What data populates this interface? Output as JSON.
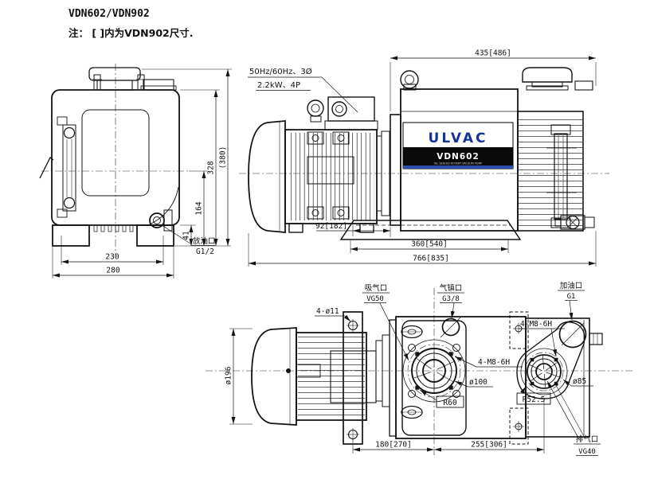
{
  "page": {
    "title": "VDN602/VDN902",
    "note": "注： [ ]内为VDN902尺寸."
  },
  "motor_note": {
    "line1": "50Hz/60Hz、3Ø",
    "line2": "2.2kW、4P"
  },
  "nameplate": {
    "brand": "ULVAC",
    "model": "VDN602",
    "subtitle": "OIL SEALED ROTARY VACUUM PUMP"
  },
  "front_view": {
    "dims": {
      "d230": "230",
      "d280": "280",
      "d41": "41",
      "d164": "164",
      "d328": "328",
      "d380": "(380)"
    },
    "drain": {
      "label": "放油口",
      "size": "G1/2"
    }
  },
  "side_view": {
    "dims": {
      "d435": "435[486]",
      "d92": "92[182]",
      "d360": "360[540]",
      "d766": "766[835]"
    }
  },
  "plan_view": {
    "dims": {
      "d196": "ø196",
      "d180": "180[270]",
      "d255": "255[306]"
    },
    "mount_holes": "4-ø11",
    "intake": {
      "label": "吸气口",
      "size": "VG50"
    },
    "ballast": {
      "label": "气镇口",
      "size": "G3/8"
    },
    "oil_fill": {
      "label": "加油口",
      "size": "G1"
    },
    "exhaust": {
      "label": "排气口",
      "size": "VG40"
    },
    "intake_bolts": "4-M8-6H",
    "exhaust_bolts": "4-M8-6H",
    "intake_dia": "ø100",
    "intake_radius": "R60",
    "exhaust_radius": "R52.5",
    "exhaust_dia": "ø85"
  },
  "colors": {
    "brand_blue": "#16339b",
    "stripe_blue": "#2e4fae",
    "plate_black": "#0a0a0a"
  }
}
